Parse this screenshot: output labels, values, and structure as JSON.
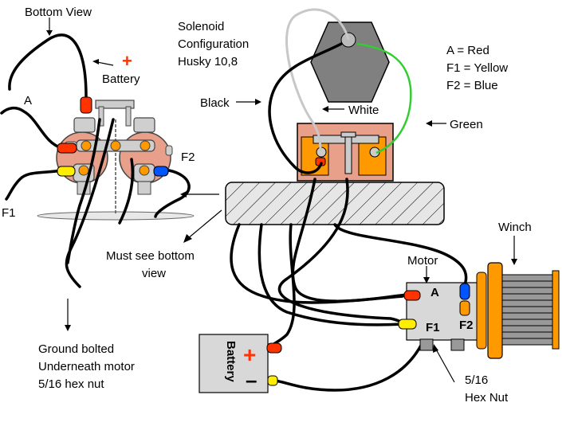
{
  "labels": {
    "bottom_view": "Bottom View",
    "battery_top": "Battery",
    "a_left": "A",
    "f1_left": "F1",
    "f2_left": "F2",
    "solenoid_title_1": "Solenoid",
    "solenoid_title_2": "Configuration",
    "solenoid_title_3": "Husky 10,8",
    "black": "Black",
    "white": "White",
    "green": "Green",
    "legend_a": "A = Red",
    "legend_f1": "F1 = Yellow",
    "legend_f2": "F2 = Blue",
    "must_see_1": "Must see bottom",
    "must_see_2": "view",
    "ground_1": "Ground bolted",
    "ground_2": "Underneath motor",
    "ground_3": " 5/16 hex nut",
    "winch": "Winch",
    "motor": "Motor",
    "motor_a": "A",
    "motor_f1": "F1",
    "motor_f2": "F2",
    "battery_box": "Battery",
    "plus": "+",
    "minus": "–",
    "nut_1": "5/16",
    "nut_2": "Hex Nut"
  },
  "colors": {
    "red": "#ff3300",
    "yellow": "#ffee00",
    "blue": "#0055ff",
    "orange": "#ff9900",
    "salmon": "#e8a08a",
    "grey": "#808080",
    "light_grey": "#d8d8d8",
    "green_wire": "#33cc33"
  }
}
